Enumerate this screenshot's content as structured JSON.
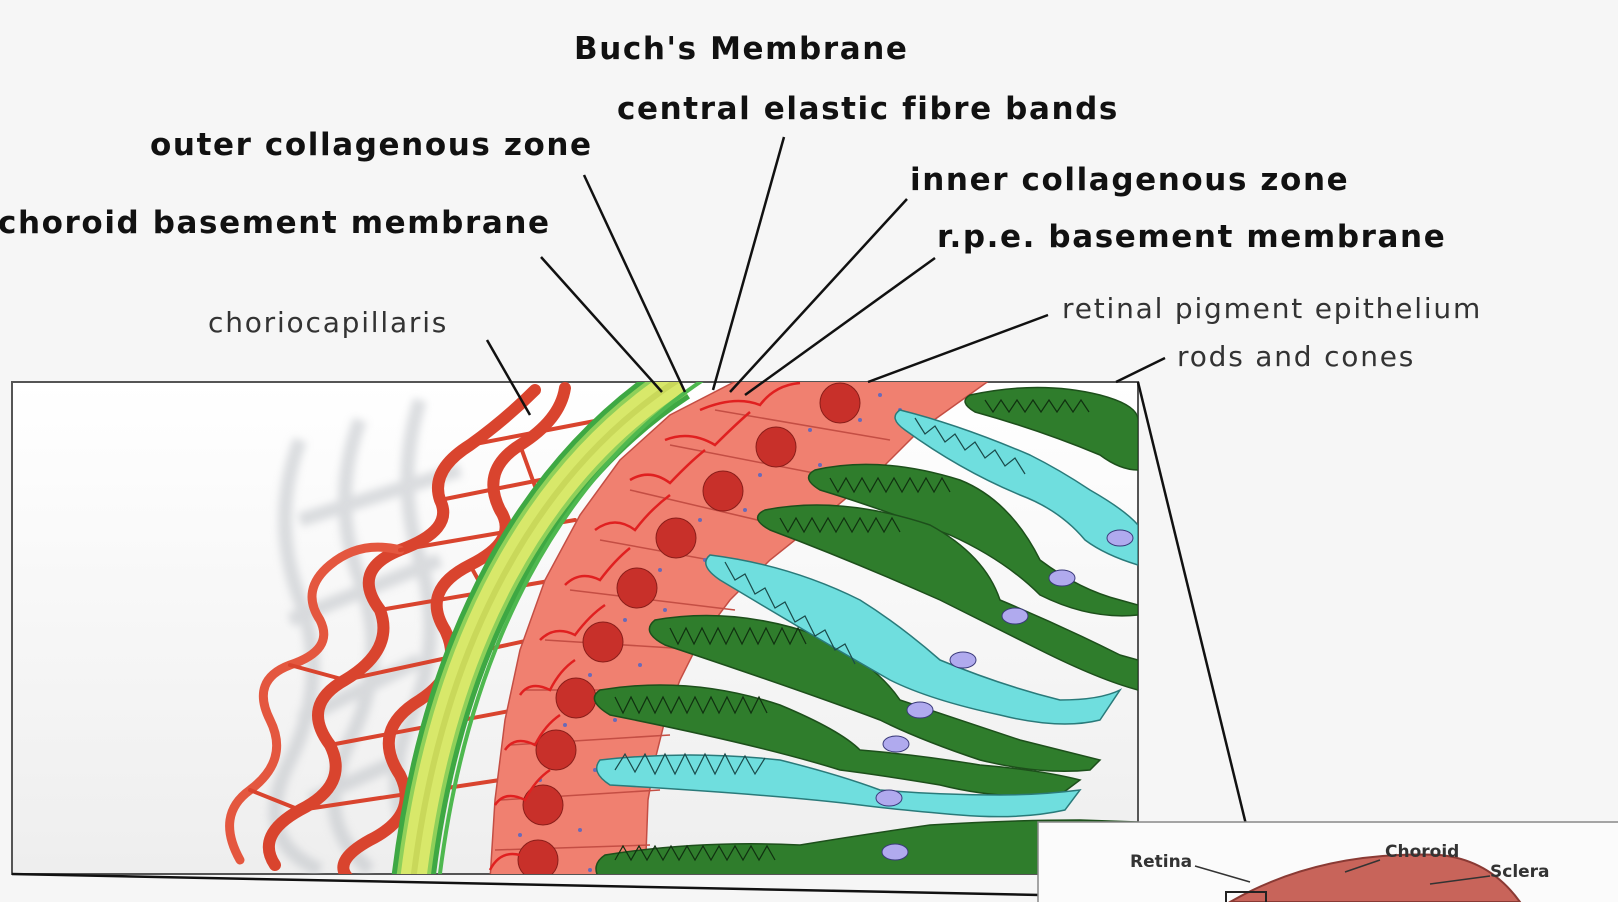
{
  "diagram": {
    "labels": {
      "bruchs_membrane": "Buch's Membrane",
      "central_elastic": "central elastic fibre bands",
      "outer_collagenous": "outer collagenous zone",
      "inner_collagenous": "inner collagenous zone",
      "choroid_basement": "choroid basement membrane",
      "rpe_basement": "r.p.e. basement membrane",
      "choriocapillaris": "choriocapillaris",
      "retinal_pigment": "retinal pigment epithelium",
      "rods_cones": "rods and cones"
    },
    "inset": {
      "retina": "Retina",
      "choroid": "Choroid",
      "sclera": "Sclera"
    },
    "colors": {
      "vessel": "#d9442e",
      "vessel_shadow": "#b8bcc4",
      "rpe_cell": "#f08070",
      "rpe_nucleus": "#c8302a",
      "rpe_granule": "#6a6ab8",
      "membrane_outer_green": "#49b84c",
      "membrane_yellow": "#e8ef6a",
      "rod": "#2f7d2c",
      "cone": "#6fdede",
      "nucleus": "#b0aaee",
      "annotation_red": "#e02020"
    }
  }
}
